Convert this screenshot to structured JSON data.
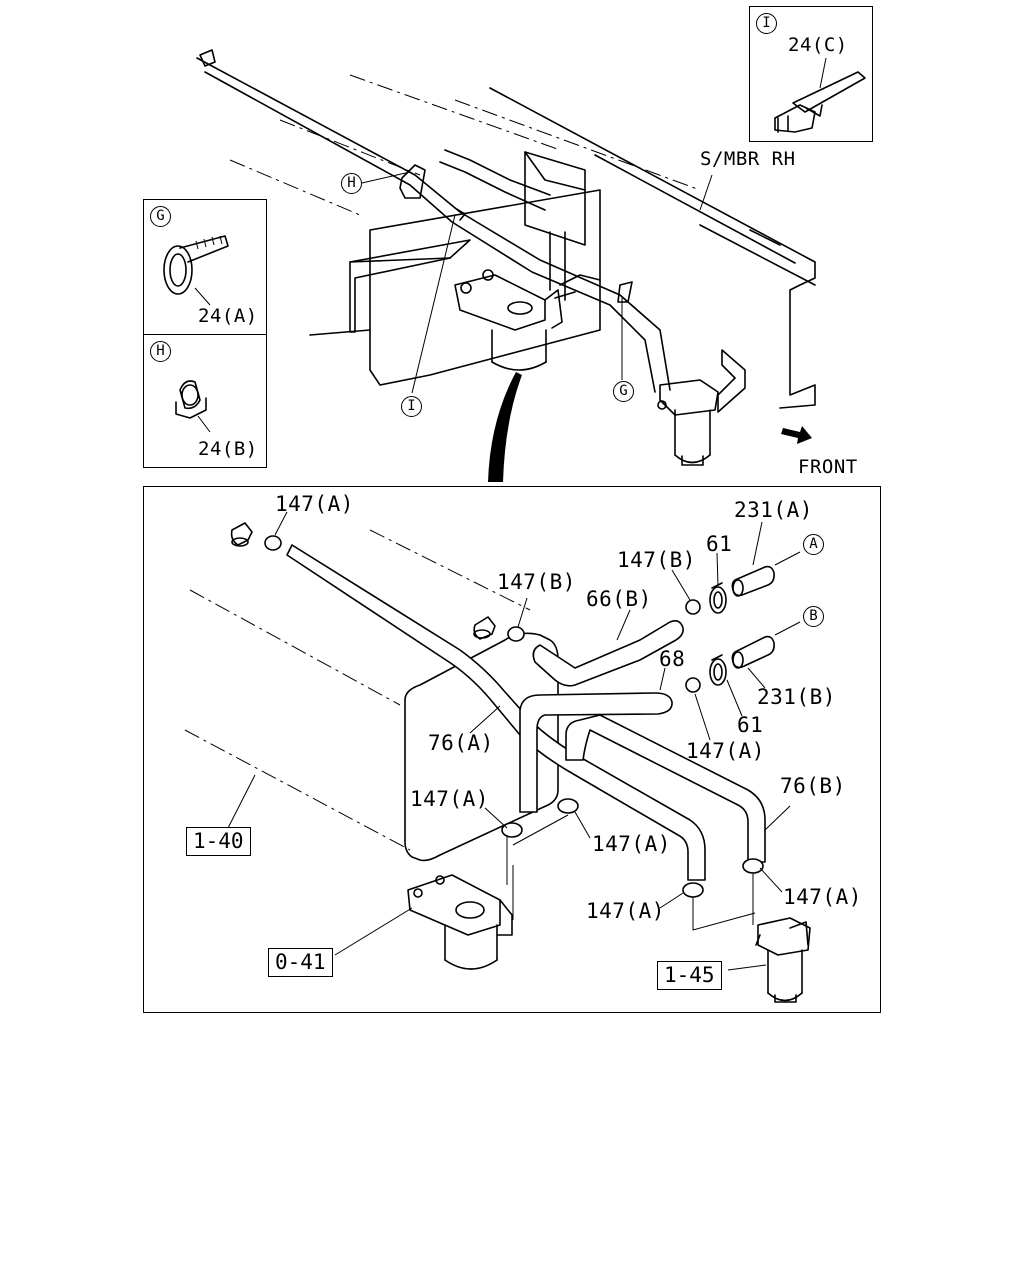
{
  "top_view": {
    "member_label": "S/MBR RH",
    "front_label": "FRONT",
    "callouts": {
      "h": "H",
      "i": "I",
      "g": "G"
    }
  },
  "detail_i": {
    "marker": "I",
    "part": "24(C)"
  },
  "detail_g": {
    "marker": "G",
    "part": "24(A)"
  },
  "detail_h": {
    "marker": "H",
    "part": "24(B)"
  },
  "exploded": {
    "labels": {
      "clamp_147a_top": "147(A)",
      "clamp_147b_mid": "147(B)",
      "clamp_147b_right": "147(B)",
      "n61_top": "61",
      "n231a": "231(A)",
      "n66b": "66(B)",
      "n68": "68",
      "n76a": "76(A)",
      "n231b": "231(B)",
      "n61_bottom": "61",
      "clamp_147a_r1": "147(A)",
      "n76b": "76(B)",
      "clamp_147a_l1": "147(A)",
      "clamp_147a_c1": "147(A)",
      "clamp_147a_r2": "147(A)",
      "clamp_147a_c2": "147(A)"
    },
    "markers": {
      "a": "A",
      "b": "B"
    },
    "refs": {
      "tank": "1-40",
      "filter_left": "0-41",
      "filter_right": "1-45"
    }
  }
}
